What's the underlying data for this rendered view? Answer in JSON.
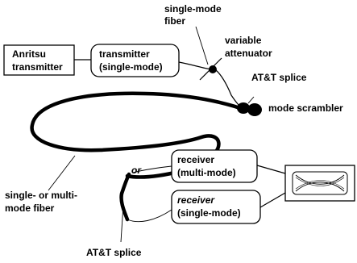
{
  "labels": {
    "single_mode_fiber_1": "single-mode",
    "single_mode_fiber_2": "fiber",
    "variable_attenuator_1": "variable",
    "variable_attenuator_2": "attenuator",
    "att_splice_top": "AT&T splice",
    "mode_scrambler": "mode scrambler",
    "or": "or",
    "fiber_type_1": "single- or multi-",
    "fiber_type_2": "mode fiber",
    "att_splice_bottom": "AT&T splice"
  },
  "boxes": {
    "anritsu_1": "Anritsu",
    "anritsu_2": "transmitter",
    "transmitter_1": "transmitter",
    "transmitter_2": "(single-mode)",
    "receiver_mm_1": "receiver",
    "receiver_mm_2": "(multi-mode)",
    "receiver_sm_1": "receiver",
    "receiver_sm_2": "(single-mode)"
  }
}
